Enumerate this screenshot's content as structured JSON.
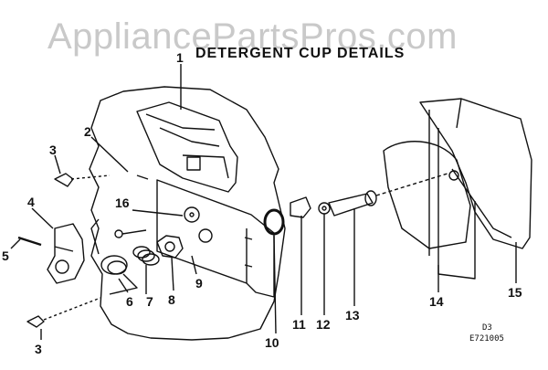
{
  "watermark": "AppliancePartsPros.com",
  "title": "DETERGENT CUP DETAILS",
  "diagram_code": "D3",
  "drawing_number": "E721005",
  "callouts": [
    "1",
    "2",
    "3",
    "4",
    "5",
    "6",
    "7",
    "8",
    "9",
    "10",
    "11",
    "12",
    "13",
    "14",
    "15",
    "16",
    "3"
  ]
}
